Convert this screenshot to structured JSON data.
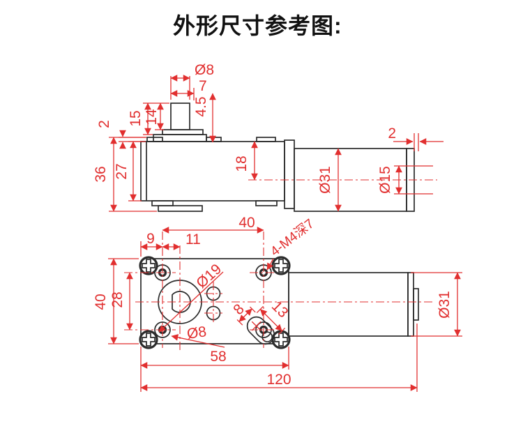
{
  "title": "外形尺寸参考图:",
  "colors": {
    "dimension_red": "#e12f2f",
    "outline_black": "#2b2b2b",
    "background": "#ffffff"
  },
  "top_view": {
    "labels": {
      "shaft_dia": "Ø8",
      "shaft_flat_len": "7",
      "dim_4_5": "4.5",
      "shaft_len_15": "15",
      "shaft_len_14": "14",
      "cover_thickness": "2",
      "total_height": "36",
      "body_height": "27",
      "axis_offset": "18",
      "motor_dia": "Ø31",
      "rear_hub_dia": "Ø15",
      "rear_cap": "2"
    }
  },
  "bottom_view": {
    "labels": {
      "hole_span_h": "40",
      "edge_to_hole": "9",
      "hole_to_axis": "11",
      "boss_dia": "Ø19",
      "thread_note": "4-M4深7",
      "plate_width": "40",
      "hole_span_v": "28",
      "counterbore_dia": "Ø8",
      "slot_width": "8",
      "slot_length": "13",
      "motor_dia": "Ø31",
      "gearbox_length": "58",
      "total_length": "120"
    }
  }
}
